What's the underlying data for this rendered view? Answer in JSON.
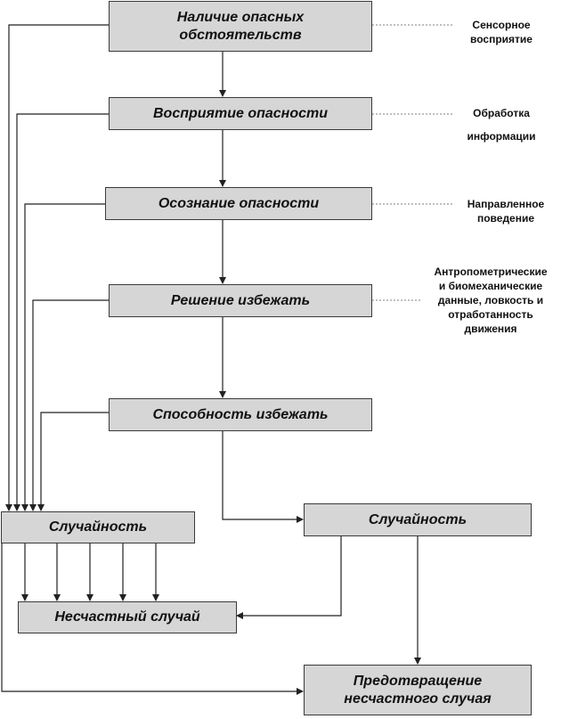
{
  "boxes": {
    "hazard": "Наличие опасных\nобстоятельств",
    "perception": "Восприятие опасности",
    "awareness": "Осознание опасности",
    "decision": "Решение избежать",
    "ability": "Способность избежать",
    "chance_left": "Случайность",
    "chance_right": "Случайность",
    "accident": "Несчастный случай",
    "prevention": "Предотвращение\nнесчастного случая"
  },
  "notes": {
    "sensory": "Сенсорное\nвосприятие",
    "processing": "Обработка\nинформации",
    "directed": "Направленное\nповедение",
    "anthropometric": "Антропометрические\nи биомеханические\nданные, ловкость и\nотработанность\nдвижения"
  },
  "colors": {
    "box_fill": "#d6d6d6",
    "line": "#222222"
  }
}
